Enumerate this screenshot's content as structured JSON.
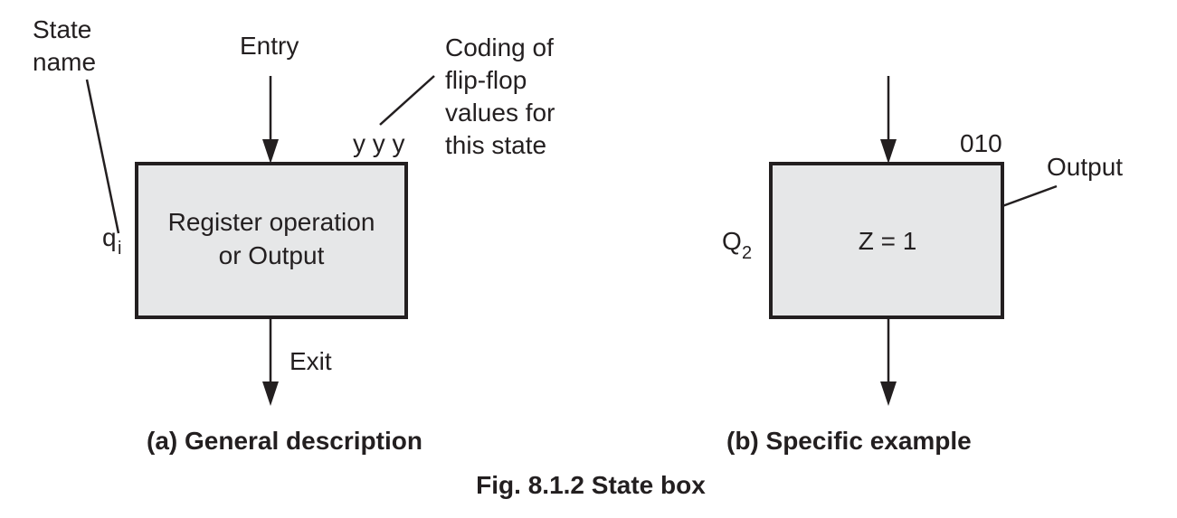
{
  "panel_a": {
    "state_name_line1": "State",
    "state_name_line2": "name",
    "entry": "Entry",
    "coding_line1": "Coding of",
    "coding_line2": "flip-flop",
    "coding_line3": "values for",
    "coding_line4": "this state",
    "flipflop_code": "y y y",
    "state_symbol": "q",
    "state_symbol_sub": "i",
    "box_line1": "Register operation",
    "box_line2": "or Output",
    "exit": "Exit",
    "caption": "(a) General description"
  },
  "panel_b": {
    "state_symbol": "Q",
    "state_symbol_sub": "2",
    "flipflop_code": "010",
    "output_label": "Output",
    "box_text": "Z = 1",
    "caption": "(b) Specific example"
  },
  "figure_title": "Fig. 8.1.2 State box"
}
